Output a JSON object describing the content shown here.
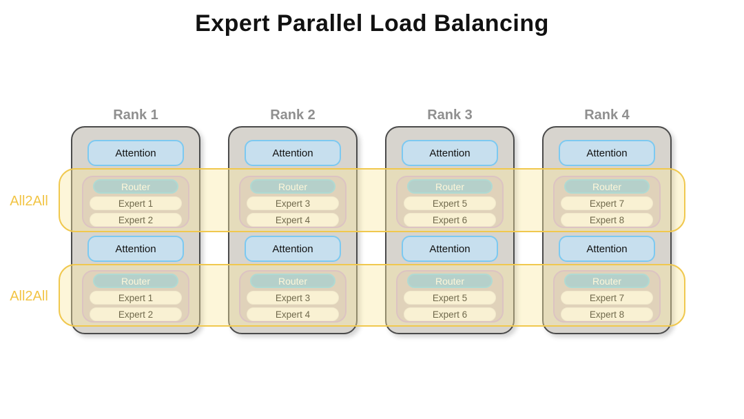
{
  "title": "Expert Parallel Load Balancing",
  "bands": [
    {
      "label": "All2All"
    },
    {
      "label": "All2All"
    }
  ],
  "ranks": [
    {
      "label": "Rank 1",
      "attention_label": "Attention",
      "router_label": "Router",
      "experts": [
        "Expert 1",
        "Expert 2"
      ]
    },
    {
      "label": "Rank 2",
      "attention_label": "Attention",
      "router_label": "Router",
      "experts": [
        "Expert 3",
        "Expert 4"
      ]
    },
    {
      "label": "Rank 3",
      "attention_label": "Attention",
      "router_label": "Router",
      "experts": [
        "Expert 5",
        "Expert 6"
      ]
    },
    {
      "label": "Rank 4",
      "attention_label": "Attention",
      "router_label": "Router",
      "experts": [
        "Expert 7",
        "Expert 8"
      ]
    }
  ],
  "colors": {
    "title_text": "#111111",
    "band_border": "#f0c84e",
    "band_fill_tint": "#faf3d8",
    "all2all_text": "#f2c444",
    "rank_fill": "#d7d4ce",
    "rank_border": "#4a4a4a",
    "rank_label_text": "#8f8f8f",
    "attention_fill": "#c7dfee",
    "attention_border": "#7cc9f1",
    "moe_fill": "#cfc4cb",
    "moe_border": "#c9abd9",
    "router_fill": "#87c0e7",
    "router_border": "#7fd0f4",
    "expert_fill": "#f8f7f6"
  }
}
